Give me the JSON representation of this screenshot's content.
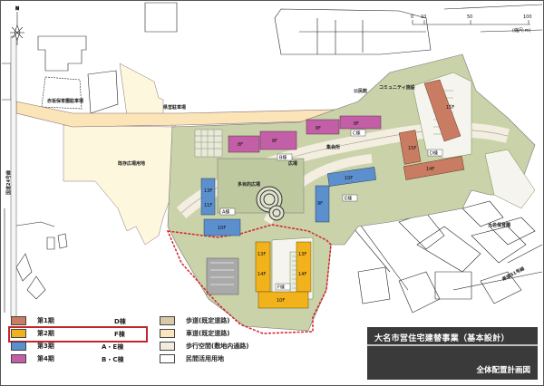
{
  "drawing": {
    "title": "大名市営住宅建替事業（基本設計）",
    "subtitle": "全体配置計画図"
  },
  "north_arrow": {
    "label": "N",
    "icon": "compass-rose-icon"
  },
  "scale_bar": {
    "ticks": [
      "0",
      "10",
      "50",
      "100"
    ],
    "unit": "(縮尺:m)"
  },
  "map_labels": {
    "kindergarten": "赤坂保育園駐車場",
    "parking_west": "県営駐車場",
    "plaza_left": "既存広場用地",
    "road_left": "国道24号線",
    "park": "多目的広場",
    "central": "広場",
    "assembly": "集会所",
    "meeting": "公民館",
    "community": "コミュニティ施設",
    "road_right": "県道51号線",
    "school": "大名保育園"
  },
  "buildings": [
    {
      "name": "A棟",
      "phase": 3,
      "floors": [
        "13F",
        "11F",
        "10F"
      ]
    },
    {
      "name": "B棟",
      "phase": 4,
      "floors": [
        "8F",
        "8F",
        "8F"
      ]
    },
    {
      "name": "C棟",
      "phase": 4,
      "floors": [
        "8F"
      ]
    },
    {
      "name": "D棟",
      "phase": 1,
      "floors": [
        "15F",
        "14F",
        "15F",
        "14F"
      ]
    },
    {
      "name": "E棟",
      "phase": 3,
      "floors": [
        "9F",
        "10F"
      ]
    },
    {
      "name": "F棟",
      "phase": 2,
      "floors": [
        "13F",
        "13F",
        "14F",
        "14F",
        "10F"
      ]
    }
  ],
  "legend": {
    "phases": [
      {
        "label": "第1期",
        "building": "D棟",
        "color": "#c97c62"
      },
      {
        "label": "第2期",
        "building": "F棟",
        "color": "#f2b21c"
      },
      {
        "label": "第3期",
        "building": "A・E棟",
        "color": "#5b8fce"
      },
      {
        "label": "第4期",
        "building": "B・C棟",
        "color": "#c35fa6"
      }
    ],
    "areas": [
      {
        "label": "歩道(既定道路)",
        "color": "#d9c9ab"
      },
      {
        "label": "車道(既定道路)",
        "color": "#fbe6bf"
      },
      {
        "label": "歩行空間(敷地内通路)",
        "color": "#f1ece0"
      },
      {
        "label": "民間活用用地",
        "color": "#ffffff"
      }
    ],
    "highlighted": "第2期"
  },
  "colors": {
    "site_green": "#c9d2a9",
    "path": "#f3eedf",
    "road": "#fbe4b8",
    "boundary_red": "#d6252b",
    "parking_line": "#6f8a4f"
  }
}
